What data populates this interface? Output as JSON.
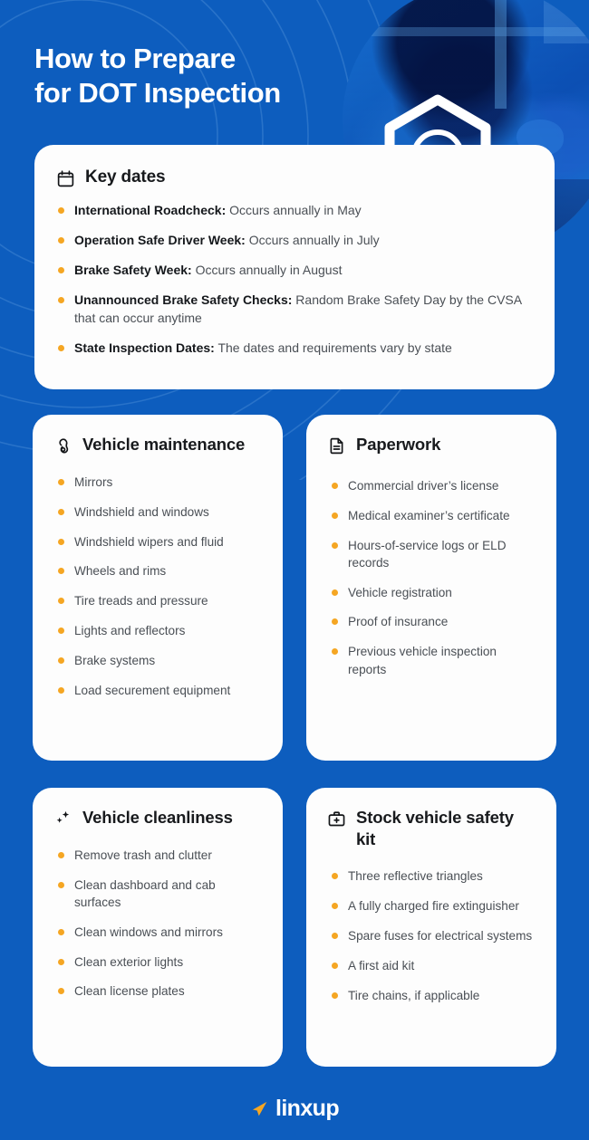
{
  "theme": {
    "background_blue": "#0d5dbe",
    "card_white": "#fdfdfd",
    "bullet_orange": "#f5a623",
    "heading_dark": "#181a1d",
    "body_gray": "#4a4f55"
  },
  "header": {
    "title_line1": "How to Prepare",
    "title_line2": "for DOT Inspection",
    "photo_alt": "mechanic-working-on-vehicle-photo",
    "hex_logo_name": "hexagon-nut-logo"
  },
  "cards": [
    {
      "id": "key-dates",
      "icon": "calendar-icon",
      "title": "Key dates",
      "items": [
        {
          "bold": "International Roadcheck:",
          "rest": " Occurs annually in May"
        },
        {
          "bold": "Operation Safe Driver Week:",
          "rest": " Occurs annually in July"
        },
        {
          "bold": "Brake Safety Week:",
          "rest": " Occurs annually in August"
        },
        {
          "bold": "Unannounced Brake Safety Checks:",
          "rest": " Random Brake Safety Day by the CVSA that can occur anytime"
        },
        {
          "bold": "State Inspection Dates:",
          "rest": " The dates and requirements vary by state"
        }
      ]
    },
    {
      "id": "vehicle-maintenance",
      "icon": "wrench-icon",
      "title": "Vehicle maintenance",
      "items": [
        {
          "bold": "",
          "rest": "Mirrors"
        },
        {
          "bold": "",
          "rest": "Windshield and windows"
        },
        {
          "bold": "",
          "rest": "Windshield wipers and fluid"
        },
        {
          "bold": "",
          "rest": "Wheels and rims"
        },
        {
          "bold": "",
          "rest": "Tire treads and pressure"
        },
        {
          "bold": "",
          "rest": "Lights and reflectors"
        },
        {
          "bold": "",
          "rest": "Brake systems"
        },
        {
          "bold": "",
          "rest": "Load securement equipment"
        }
      ]
    },
    {
      "id": "paperwork",
      "icon": "document-icon",
      "title": "Paperwork",
      "items": [
        {
          "bold": "",
          "rest": "Commercial driver’s license"
        },
        {
          "bold": "",
          "rest": "Medical examiner’s certificate"
        },
        {
          "bold": "",
          "rest": "Hours-of-service logs or ELD records"
        },
        {
          "bold": "",
          "rest": "Vehicle registration"
        },
        {
          "bold": "",
          "rest": "Proof of insurance"
        },
        {
          "bold": "",
          "rest": "Previous vehicle inspection reports"
        }
      ]
    },
    {
      "id": "vehicle-cleanliness",
      "icon": "sparkles-icon",
      "title": "Vehicle cleanliness",
      "items": [
        {
          "bold": "",
          "rest": "Remove trash and clutter"
        },
        {
          "bold": "",
          "rest": "Clean dashboard and cab surfaces"
        },
        {
          "bold": "",
          "rest": "Clean windows and mirrors"
        },
        {
          "bold": "",
          "rest": "Clean exterior lights"
        },
        {
          "bold": "",
          "rest": "Clean license plates"
        }
      ]
    },
    {
      "id": "stock-vehicle-safety-kit",
      "icon": "first-aid-kit-icon",
      "title": "Stock vehicle safety kit",
      "items": [
        {
          "bold": "",
          "rest": "Three reflective triangles"
        },
        {
          "bold": "",
          "rest": "A fully charged fire extinguisher"
        },
        {
          "bold": "",
          "rest": "Spare fuses for electrical systems"
        },
        {
          "bold": "",
          "rest": "A first aid kit"
        },
        {
          "bold": "",
          "rest": "Tire chains, if applicable"
        }
      ]
    }
  ],
  "footer": {
    "brand": "linxup",
    "mark_name": "linxup-arrow-mark",
    "mark_color": "#f5a623"
  }
}
